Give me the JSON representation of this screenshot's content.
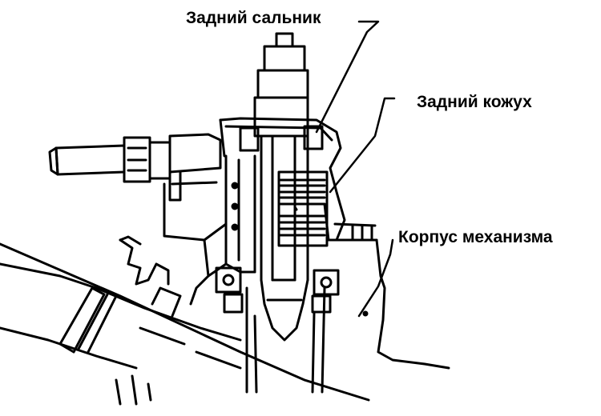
{
  "labels": {
    "rear_seal": "Задний сальник",
    "rear_cover": "Задний кожух",
    "gear_housing": "Корпус механизма"
  },
  "colors": {
    "ink": "#000000",
    "paper": "#ffffff"
  }
}
